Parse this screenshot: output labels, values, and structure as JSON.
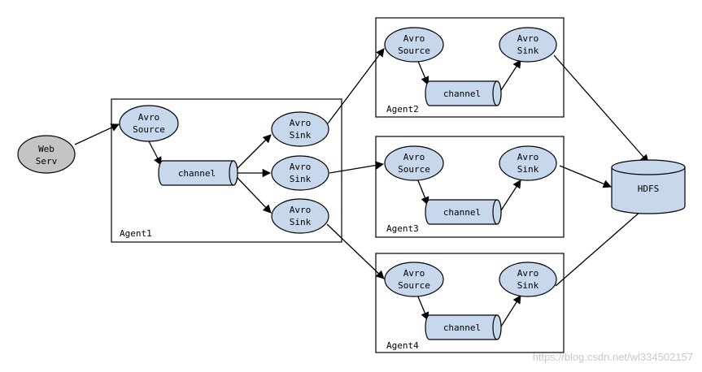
{
  "web_server": {
    "line1": "Web",
    "line2": "Serv"
  },
  "agents": [
    {
      "label": "Agent1",
      "source": [
        "Avro",
        "Source"
      ],
      "channel": "channel",
      "sinks": [
        [
          "Avro",
          "Sink"
        ],
        [
          "Avro",
          "Sink"
        ],
        [
          "Avro",
          "Sink"
        ]
      ]
    },
    {
      "label": "Agent2",
      "source": [
        "Avro",
        "Source"
      ],
      "channel": "channel",
      "sinks": [
        [
          "Avro",
          "Sink"
        ]
      ]
    },
    {
      "label": "Agent3",
      "source": [
        "Avro",
        "Source"
      ],
      "channel": "channel",
      "sinks": [
        [
          "Avro",
          "Sink"
        ]
      ]
    },
    {
      "label": "Agent4",
      "source": [
        "Avro",
        "Source"
      ],
      "channel": "channel",
      "sinks": [
        [
          "Avro",
          "Sink"
        ]
      ]
    }
  ],
  "hdfs": {
    "label": "HDFS"
  },
  "watermark": "https://blog.csdn.net/wl334502157",
  "colors": {
    "node_fill": "#c8d8ec",
    "web_fill": "#c4c4c4",
    "stroke": "#000000"
  }
}
